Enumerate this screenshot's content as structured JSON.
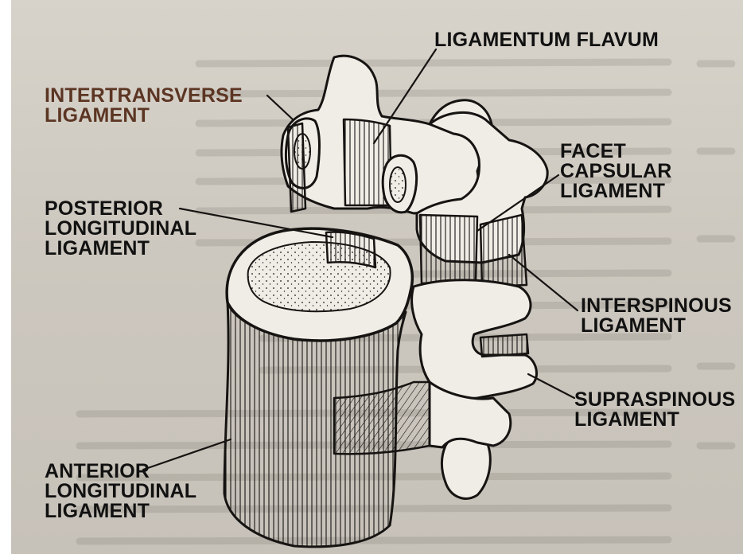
{
  "colors": {
    "paper": "#d2cdc4",
    "ink": "#161412",
    "bone": "#f0ede6",
    "label_dark": "#111111",
    "label_brown": "#5c3523"
  },
  "labels": {
    "ligamentum_flavum": {
      "lines": [
        "LIGAMENTUM FLAVUM"
      ]
    },
    "intertransverse": {
      "lines": [
        "INTERTRANSVERSE",
        "LIGAMENT"
      ]
    },
    "facet_capsular": {
      "lines": [
        "FACET",
        "CAPSULAR",
        "LIGAMENT"
      ]
    },
    "posterior_longitudinal": {
      "lines": [
        "POSTERIOR",
        "LONGITUDINAL",
        "LIGAMENT"
      ]
    },
    "interspinous": {
      "lines": [
        "INTERSPINOUS",
        "LIGAMENT"
      ]
    },
    "supraspinous": {
      "lines": [
        "SUPRASPINOUS",
        "LIGAMENT"
      ]
    },
    "anterior_longitudinal": {
      "lines": [
        "ANTERIOR",
        "LONGITUDINAL",
        "LIGAMENT"
      ]
    }
  }
}
